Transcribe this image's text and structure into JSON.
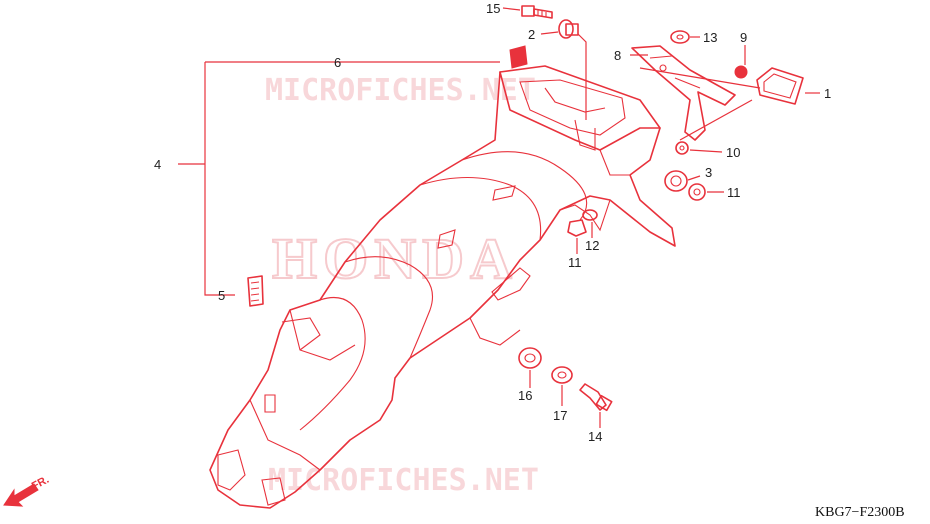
{
  "watermarks": {
    "top": "MICROFICHES.NET",
    "bottom": "MICROFICHES.NET",
    "brand": "HONDA"
  },
  "diagram_code": "KBG7−F2300B",
  "direction_label": "FR.",
  "callouts": {
    "c1": "1",
    "c2": "2",
    "c3": "3",
    "c4": "4",
    "c5": "5",
    "c6": "6",
    "c8": "8",
    "c9": "9",
    "c10": "10",
    "c11a": "11",
    "c11b": "11",
    "c12": "12",
    "c13": "13",
    "c14": "14",
    "c15": "15",
    "c16": "16",
    "c17": "17"
  },
  "colors": {
    "line": "#e8323c",
    "text": "#222222",
    "watermark": "#f3b8bc"
  }
}
